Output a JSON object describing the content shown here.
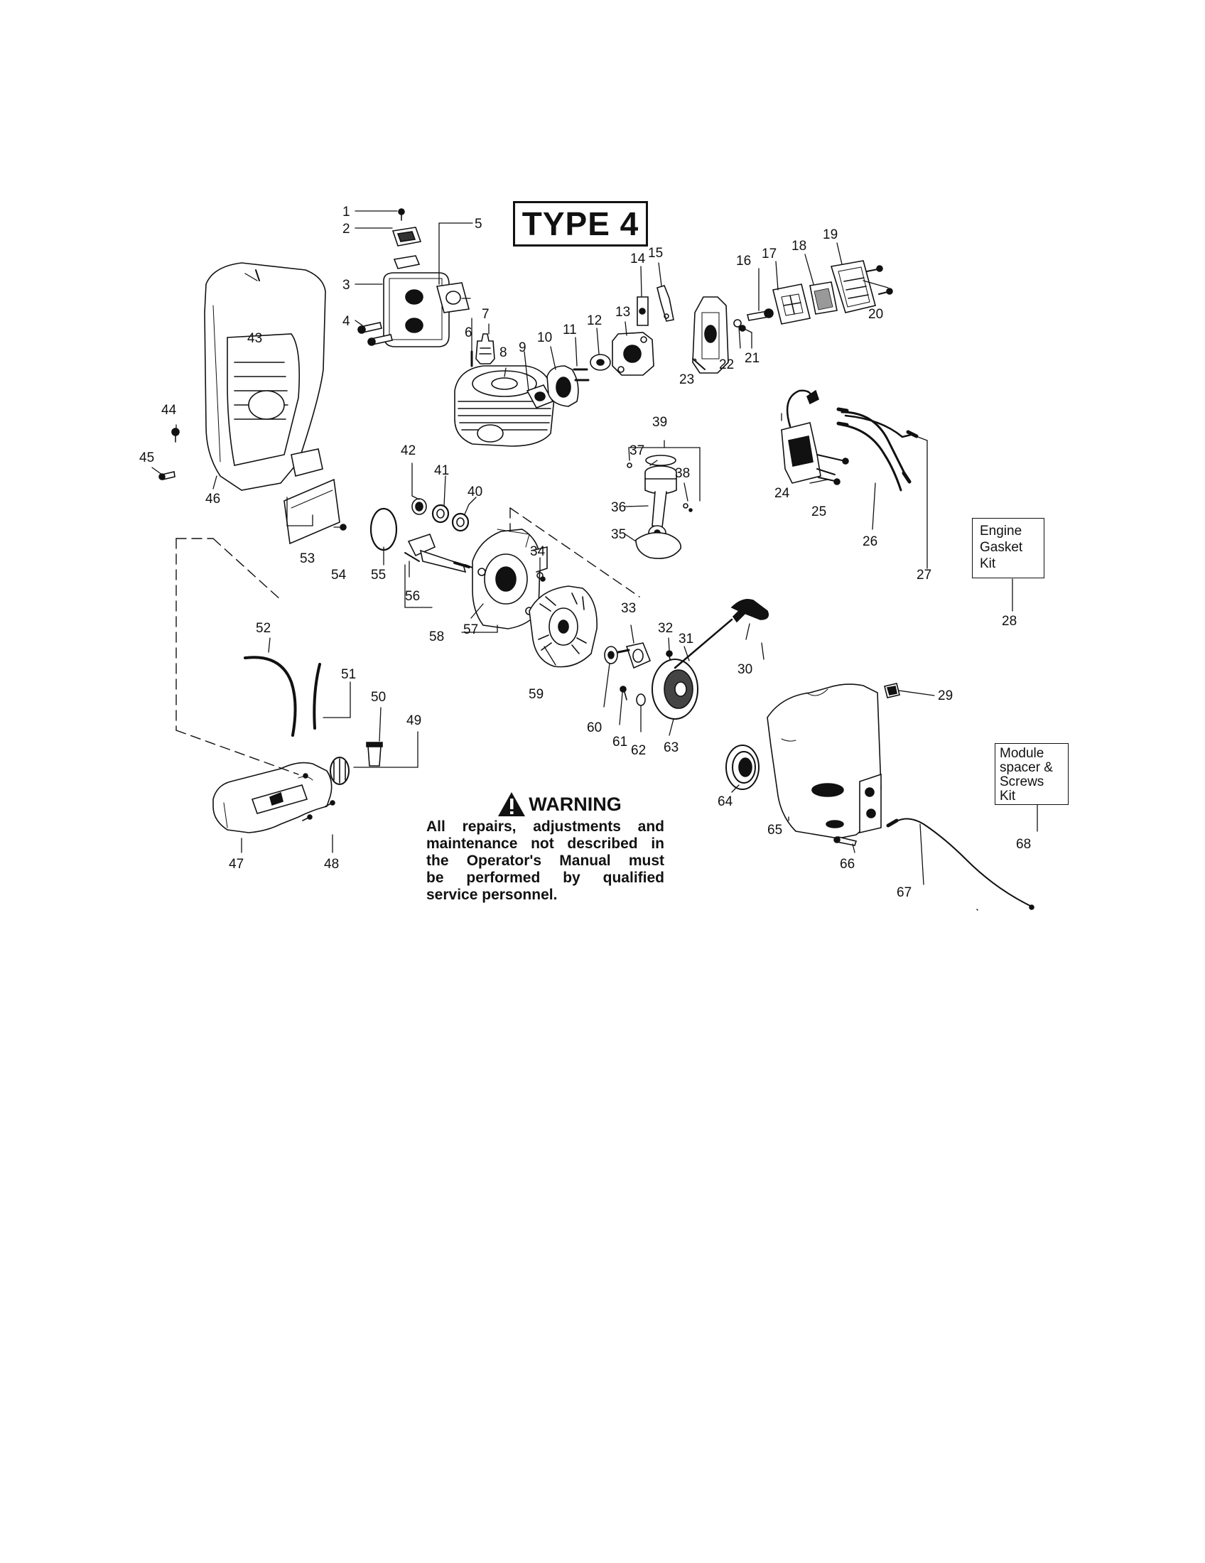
{
  "title": "TYPE 4",
  "callouts": {
    "c1": "1",
    "c2": "2",
    "c3": "3",
    "c4": "4",
    "c5": "5",
    "c6": "6",
    "c7": "7",
    "c8": "8",
    "c9": "9",
    "c10": "10",
    "c11": "11",
    "c12": "12",
    "c13": "13",
    "c14": "14",
    "c15": "15",
    "c16": "16",
    "c17": "17",
    "c18": "18",
    "c19": "19",
    "c20": "20",
    "c21": "21",
    "c22": "22",
    "c23": "23",
    "c24": "24",
    "c25": "25",
    "c26": "26",
    "c27": "27",
    "c28": "28",
    "c29": "29",
    "c30": "30",
    "c31": "31",
    "c32": "32",
    "c33": "33",
    "c34": "34",
    "c35": "35",
    "c36": "36",
    "c37": "37",
    "c38": "38",
    "c39": "39",
    "c40": "40",
    "c41": "41",
    "c42": "42",
    "c43": "43",
    "c44": "44",
    "c45": "45",
    "c46": "46",
    "c47": "47",
    "c48": "48",
    "c49": "49",
    "c50": "50",
    "c51": "51",
    "c52": "52",
    "c53": "53",
    "c54": "54",
    "c55": "55",
    "c56": "56",
    "c57": "57",
    "c58": "58",
    "c59": "59",
    "c60": "60",
    "c61": "61",
    "c62": "62",
    "c63": "63",
    "c64": "64",
    "c65": "65",
    "c66": "66",
    "c67": "67",
    "c68": "68"
  },
  "kits": {
    "engine_gasket": [
      "Engine",
      "Gasket",
      "Kit"
    ],
    "module_spacer": [
      "Module",
      "spacer &",
      "Screws",
      "Kit"
    ]
  },
  "warning": {
    "title": "WARNING",
    "lines": [
      "All repairs, adjustments and",
      "maintenance not described in",
      "the Operator's Manual must",
      "be performed by qualified",
      "service personnel."
    ]
  },
  "colors": {
    "ink": "#111111",
    "paper": "#ffffff"
  }
}
